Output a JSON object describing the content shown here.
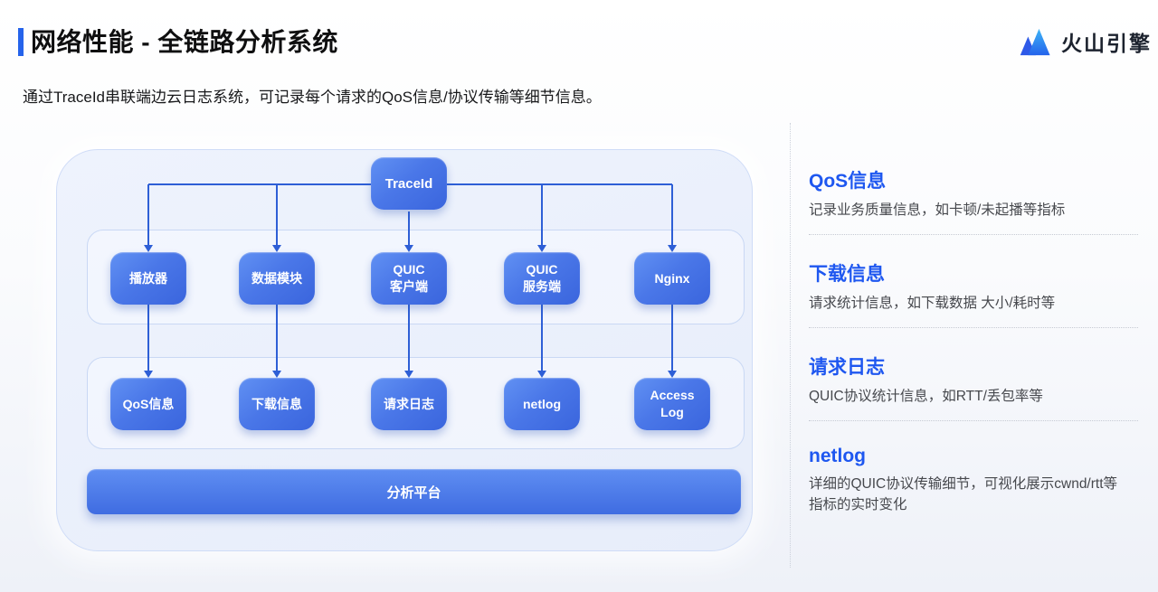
{
  "page": {
    "title": "网络性能 - 全链路分析系统",
    "subtitle": "通过TraceId串联端边云日志系统，可记录每个请求的QoS信息/协议传输等细节信息。",
    "logo_text": "火山引擎"
  },
  "diagram": {
    "root": {
      "lines": [
        "TraceId"
      ]
    },
    "row1_nodes": [
      {
        "lines": [
          "播放器"
        ]
      },
      {
        "lines": [
          "数据模块"
        ]
      },
      {
        "lines": [
          "QUIC",
          "客户端"
        ]
      },
      {
        "lines": [
          "QUIC",
          "服务端"
        ]
      },
      {
        "lines": [
          "Nginx"
        ]
      }
    ],
    "row2_nodes": [
      {
        "lines": [
          "QoS信息"
        ]
      },
      {
        "lines": [
          "下载信息"
        ]
      },
      {
        "lines": [
          "请求日志"
        ]
      },
      {
        "lines": [
          "netlog"
        ]
      },
      {
        "lines": [
          "Access",
          "Log"
        ]
      }
    ],
    "platform_label": "分析平台"
  },
  "sidebar": {
    "sections": [
      {
        "title": "QoS信息",
        "desc": "记录业务质量信息，如卡顿/未起播等指标"
      },
      {
        "title": "下载信息",
        "desc": "请求统计信息，如下载数据 大小/耗时等"
      },
      {
        "title": "请求日志",
        "desc": "QUIC协议统计信息，如RTT/丢包率等"
      },
      {
        "title": "netlog",
        "desc": "详细的QUIC协议传输细节，可视化展示cwnd/rtt等指标的实时变化"
      }
    ]
  },
  "colors": {
    "accent": "#2563eb",
    "node_gradient_start": "#6191f3",
    "node_gradient_end": "#3a65dd",
    "connector": "#2e5fd6",
    "sidebar_heading": "#1e57f0"
  }
}
